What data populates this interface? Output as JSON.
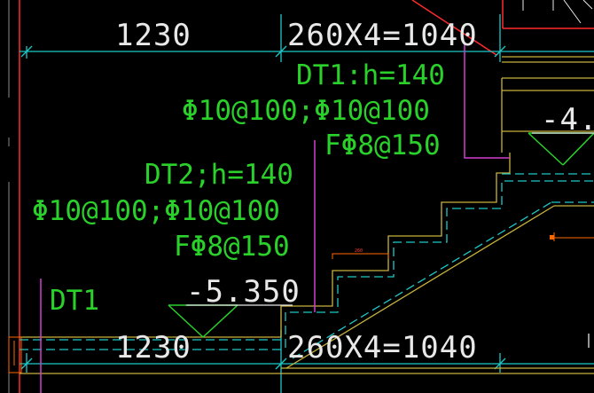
{
  "drawing": {
    "dimensions": {
      "top_left": "1230",
      "top_right": "260X4=1040",
      "bottom_left": "1230",
      "bottom_right": "260X4=1040",
      "step_small": "260"
    },
    "labels": {
      "dt1_title": "DT1:h=140",
      "dt1_rebar_main": "Φ10@100;Φ10@100",
      "dt1_rebar_dist": "FΦ8@150",
      "dt2_title": "DT2;h=140",
      "dt2_rebar_main": "Φ10@100;Φ10@100",
      "dt2_rebar_dist": "FΦ8@150",
      "dt1_tag": "DT1",
      "level_lower": "-5.350",
      "level_upper_partial": "-4."
    },
    "colors": {
      "background": "#000000",
      "dimension_line": "#1ec8c8",
      "dimension_text": "#e8e8e8",
      "annotation": "#2bd12b",
      "leader": "#d23cd2",
      "concrete": "#c8b43c",
      "rebar": "#1ec8c8",
      "grid": "#ff2a2a",
      "marker": "#ff6a00"
    }
  }
}
